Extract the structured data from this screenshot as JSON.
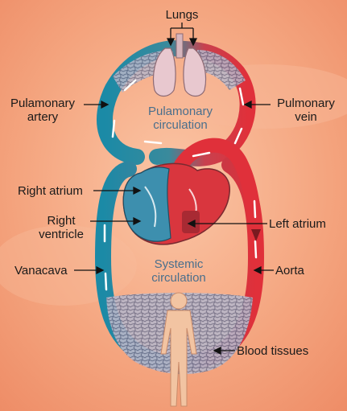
{
  "labels": {
    "lungs": "Lungs",
    "pulmonary_artery": [
      "Pulamonary",
      "artery"
    ],
    "pulmonary_vein": [
      "Pulmonary",
      "vein"
    ],
    "pulmonary_circulation": [
      "Pulamonary",
      "circulation"
    ],
    "right_atrium": "Right atrium",
    "right_ventricle": [
      "Right",
      "ventricle"
    ],
    "left_atrium": "Left atrium",
    "vena_cava": "Vanacava",
    "systemic_circulation": [
      "Systemic",
      "circulation"
    ],
    "aorta": "Aorta",
    "blood_tissues": "Blood tissues"
  },
  "colors": {
    "background": "#f3a17b",
    "oxygenated": "#e0303a",
    "deoxygenated": "#1b8aa6",
    "capillary_net": "#9aa0b8",
    "heart_left": "#d9363e",
    "heart_right": "#3d8fae",
    "lungs": "#e8c8cf",
    "body": "#f2c4a2"
  }
}
